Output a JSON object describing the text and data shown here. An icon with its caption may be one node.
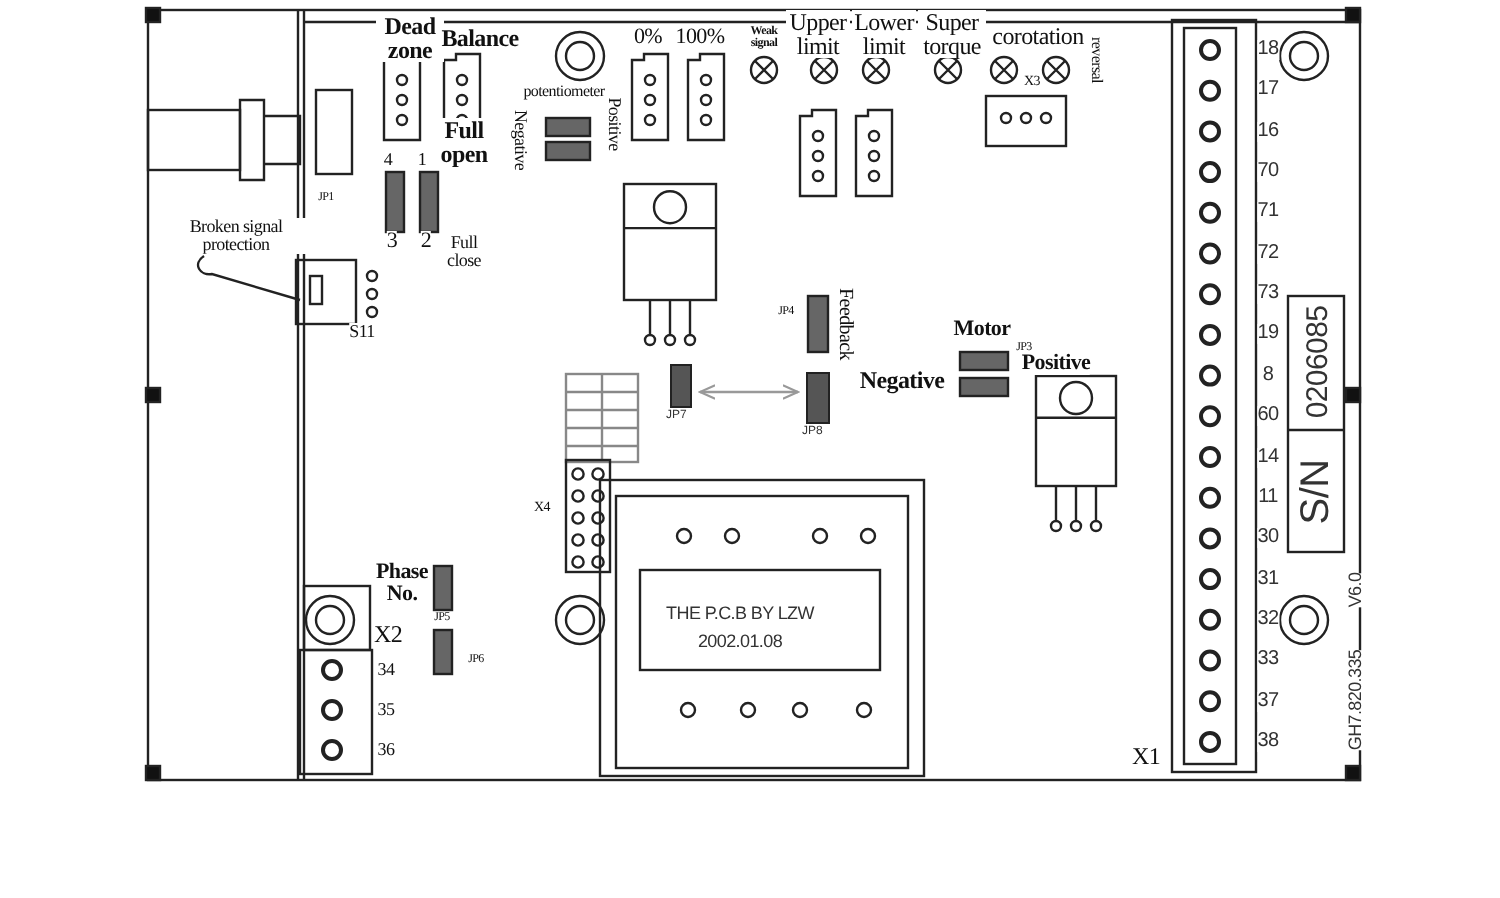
{
  "diagram": {
    "nodes": [
      {
        "text": [],
        "shape": "box",
        "beside": [
          "JP7"
        ]
      },
      {
        "text": [],
        "shape": "box",
        "beside": [
          "JP8"
        ]
      }
    ],
    "edges": [
      {
        "from": 0,
        "to": 1,
        "arrow": "both",
        "color": "#999999"
      }
    ],
    "labels": [
      "Dead zone",
      "Balance",
      "0%",
      "100%",
      "Weak signal",
      "Upper limit",
      "Lower limit",
      "Super torque",
      "corotation",
      "reversal",
      "potentiometer",
      "Full open",
      "Negative",
      "Positive",
      "4",
      "1",
      "JP1",
      "Broken signal protection",
      "3",
      "2",
      "Full close",
      "S11",
      "X3",
      "JP4",
      "Feedback",
      "Motor",
      "JP3",
      "Negative",
      "Positive",
      "X4",
      "Phase No.",
      "JP5",
      "X2",
      "JP6",
      "34",
      "35",
      "36",
      "THE P.C.B BY LZW",
      "2002.01.08",
      "X1",
      "18",
      "17",
      "16",
      "70",
      "71",
      "72",
      "73",
      "19",
      "8",
      "60",
      "14",
      "11",
      "30",
      "31",
      "32",
      "33",
      "37",
      "38",
      "0206085",
      "S/N",
      "V6.0",
      "GH7.820.335"
    ]
  }
}
